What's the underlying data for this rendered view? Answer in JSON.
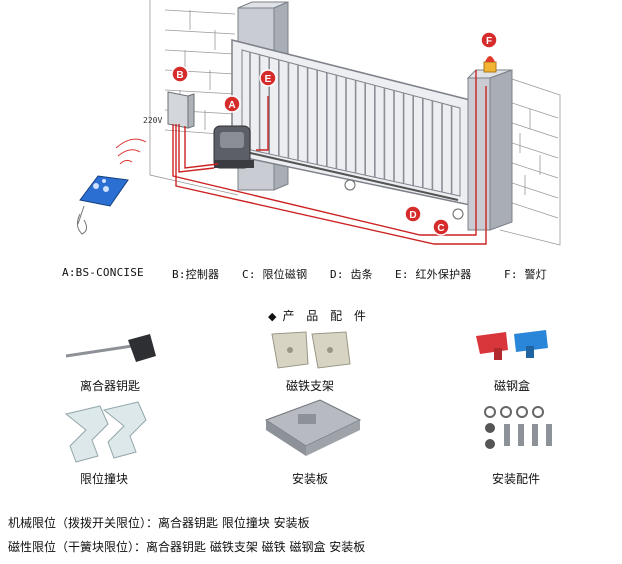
{
  "diagram": {
    "voltage_label": "220V",
    "markers": [
      {
        "id": "A",
        "color": "#d62b2b"
      },
      {
        "id": "B",
        "color": "#d62b2b"
      },
      {
        "id": "C",
        "color": "#d62b2b"
      },
      {
        "id": "D",
        "color": "#d62b2b"
      },
      {
        "id": "E",
        "color": "#d62b2b"
      },
      {
        "id": "F",
        "color": "#d62b2b"
      }
    ],
    "legend": [
      "A:BS-CONCISE",
      "B:控制器",
      "C: 限位磁钢",
      "D: 齿条",
      "E: 红外保护器",
      "F: 警灯"
    ]
  },
  "parts": {
    "title": "产 品 配 件",
    "items": [
      {
        "label": "离合器钥匙",
        "icon": "clutch-key-icon"
      },
      {
        "label": "磁铁支架",
        "icon": "magnet-bracket-icon"
      },
      {
        "label": "磁钢盒",
        "icon": "magnet-box-icon"
      },
      {
        "label": "限位撞块",
        "icon": "limit-block-icon"
      },
      {
        "label": "安装板",
        "icon": "mounting-plate-icon"
      },
      {
        "label": "安装配件",
        "icon": "mounting-hardware-icon"
      }
    ]
  },
  "notes": [
    "机械限位（拨拨开关限位）：离合器钥匙 限位撞块 安装板",
    "磁性限位（干簧块限位）：离合器钥匙 磁铁支架 磁铁 磁钢盒 安装板"
  ],
  "colors": {
    "wire": "#cc2222",
    "marker": "#d62b2b",
    "pillar": "#c9ccd2",
    "remote": "#2a6fd1"
  }
}
